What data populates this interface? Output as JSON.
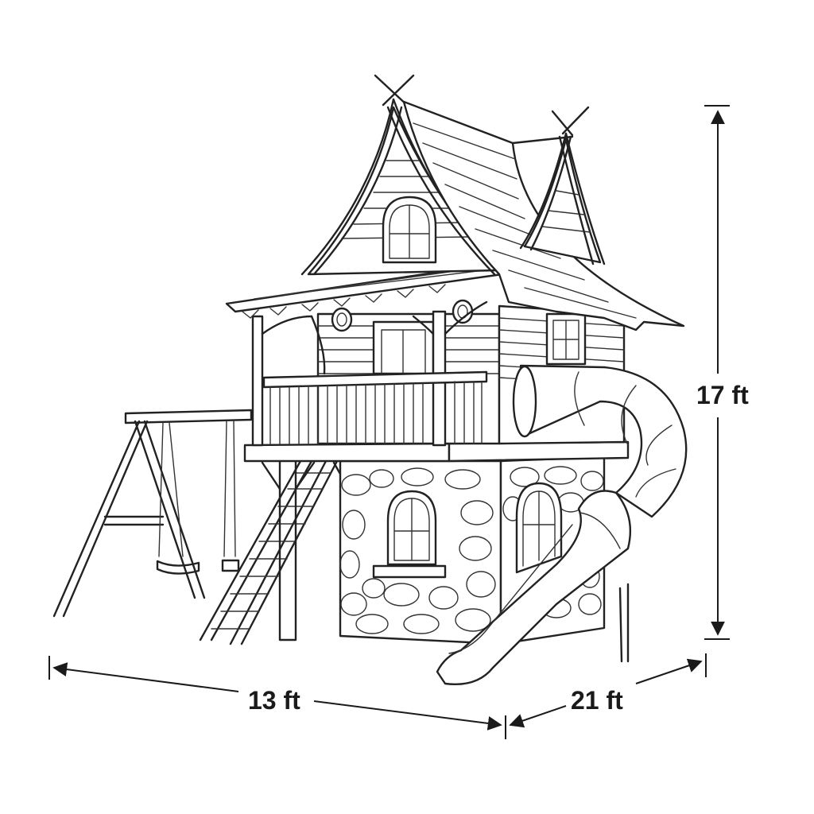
{
  "dimensions": {
    "width": "13 ft",
    "depth": "21 ft",
    "height": "17 ft"
  },
  "colors": {
    "line": "#222222",
    "background": "#ffffff"
  }
}
